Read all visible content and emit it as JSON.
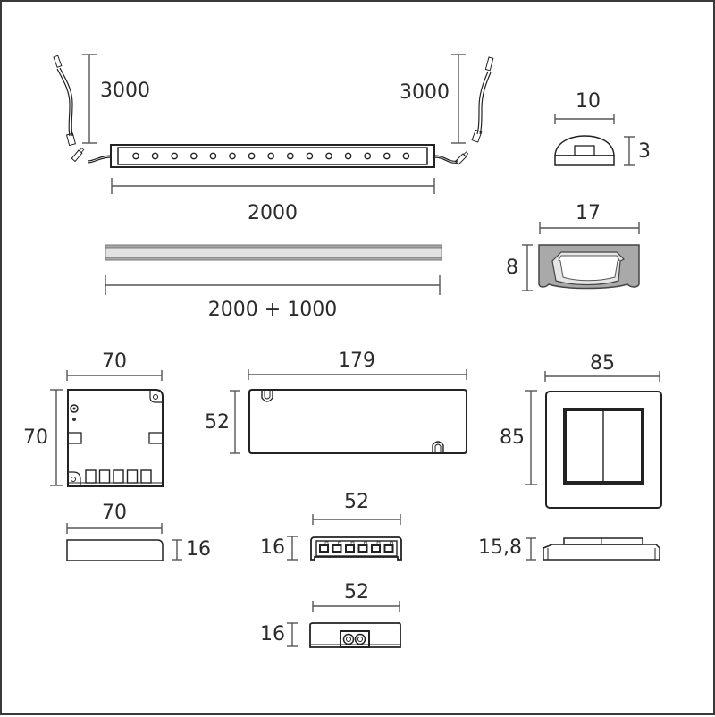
{
  "drawing": {
    "type": "technical dimension drawing",
    "unit": "mm",
    "colors": {
      "line": "#222222",
      "dimension": "#555555",
      "profile_fill": "#a9a9a9",
      "diffuser_fill": "#e2e2e2",
      "frame_border": "#3a3a3a"
    }
  },
  "components": {
    "led_bar": {
      "name": "LED strip with cables",
      "led_count": 15,
      "cable_left_label": "3000",
      "cable_right_label": "3000",
      "length_label": "2000"
    },
    "led_cross_section": {
      "name": "LED strip cross section",
      "width_label": "10",
      "height_label": "3"
    },
    "profile": {
      "name": "Aluminium profile with diffuser",
      "length_label": "2000 + 1000"
    },
    "profile_cross_section": {
      "name": "Profile cross section",
      "width_label": "17",
      "height_label": "8"
    },
    "controller": {
      "name": "Controller / receiver box",
      "width_label": "70",
      "height_label": "70",
      "side_width_label": "70",
      "side_height_label": "16",
      "terminal_count": 5
    },
    "driver": {
      "name": "LED driver",
      "width_label": "179",
      "height_label": "52"
    },
    "distributor": {
      "name": "6-way distributor",
      "width_label": "52",
      "height_label": "16",
      "port_count": 6
    },
    "connector_box": {
      "name": "Mains connector box",
      "width_label": "52",
      "height_label": "16"
    },
    "wall_switch": {
      "name": "Double wall push switch",
      "width_label": "85",
      "height_label": "85",
      "side_height_label": "15,8"
    }
  }
}
